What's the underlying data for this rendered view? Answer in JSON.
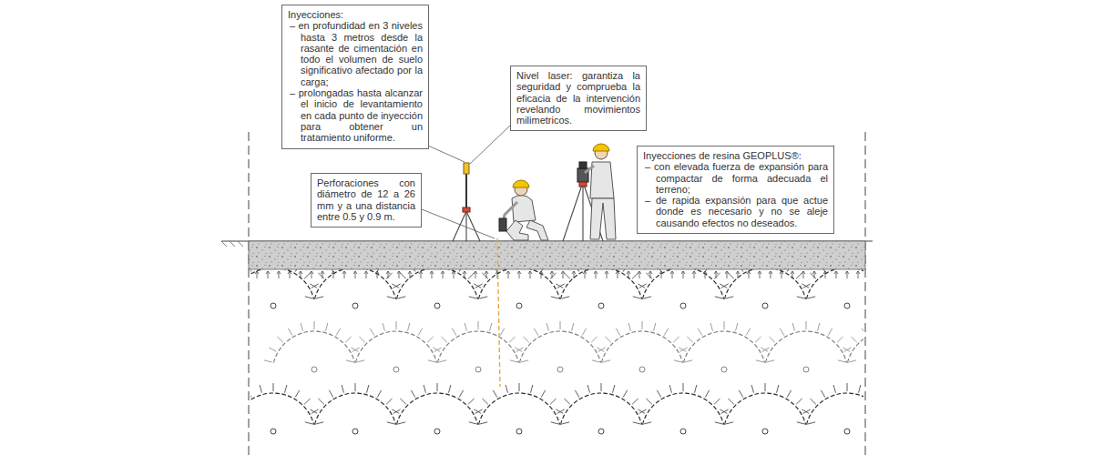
{
  "diagram": {
    "nodes": [
      {
        "text": [
          "Inyecciones:",
          "– en profundidad en 3 niveles hasta 3 metros desde la rasante de cimentación en todo el volumen de suelo significativo afectado por la carga;",
          "– prolongadas hasta alcanzar el inicio de levantamiento en cada punto de inyección para obtener un tratamiento uniforme."
        ]
      },
      {
        "text": [
          "Nivel laser: garantiza la seguridad y comprueba la eficacia de la intervención revelando movimientos milimetricos."
        ]
      },
      {
        "text": [
          "Perforaciones con diámetro de 12 a 26 mm y a una distancia entre 0.5 y 0.9 m."
        ]
      },
      {
        "text": [
          "Inyecciones de resina GEOPLUS®:",
          "– con elevada fuerza de expansión para compactar de forma adecuada el terreno;",
          "– de rapida expansión para que actue donde es necesario y no se aleje causando efectos no deseados."
        ]
      }
    ]
  }
}
